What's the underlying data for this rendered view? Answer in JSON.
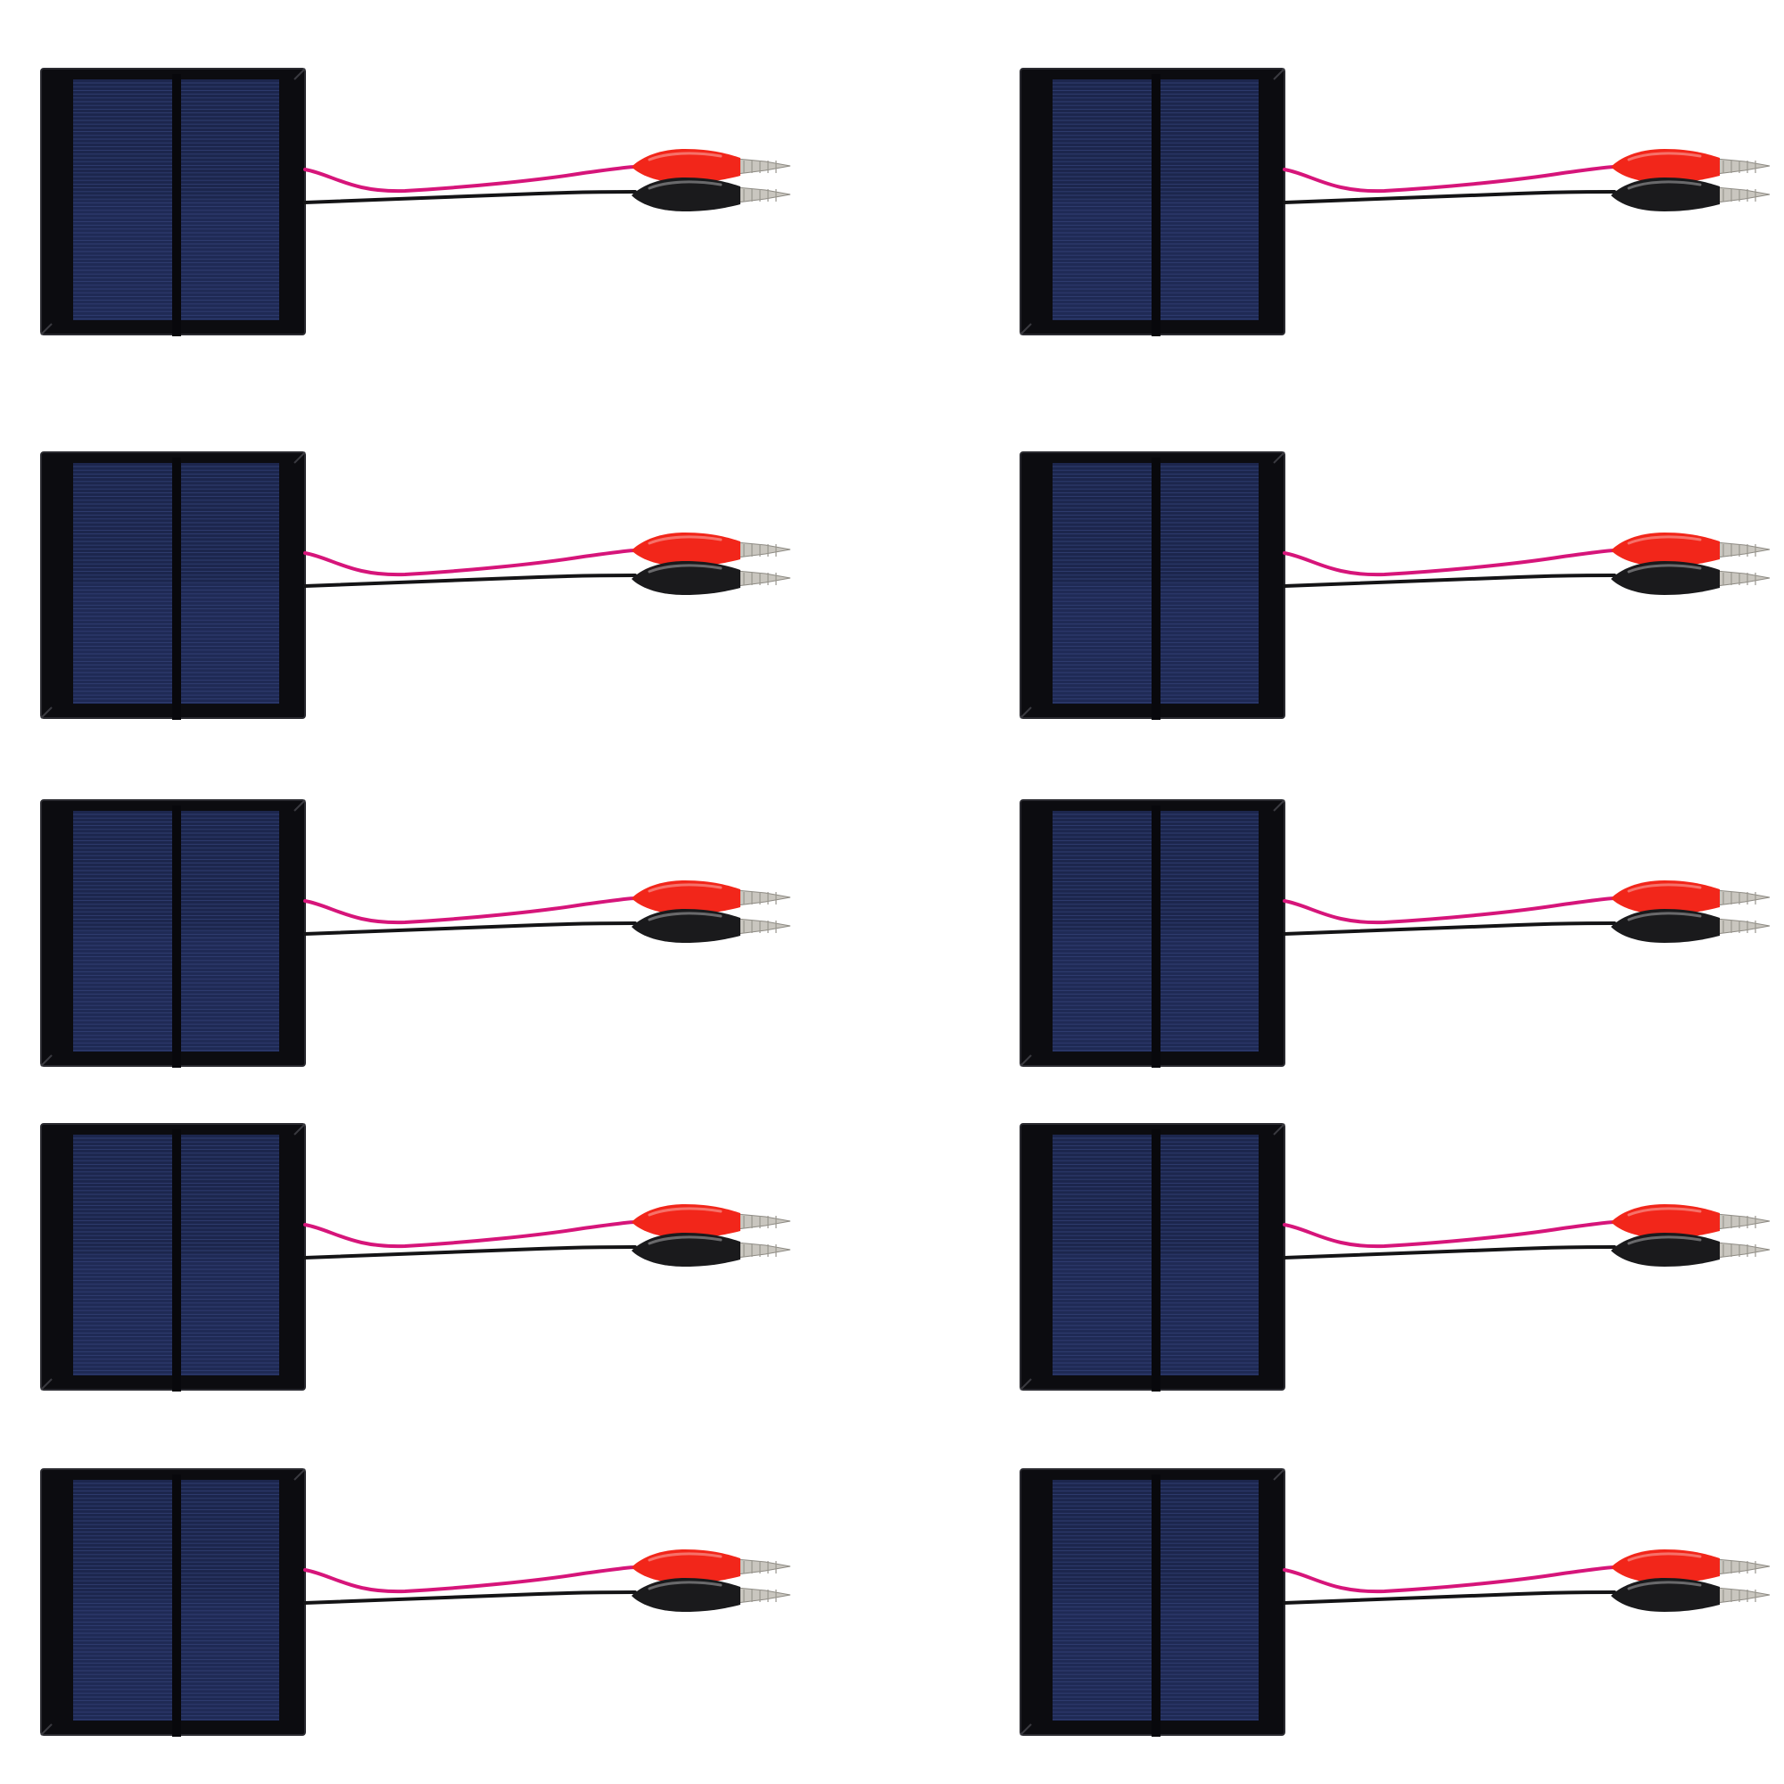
{
  "scene": {
    "description_label": "",
    "background_color": "#ffffff",
    "layout": {
      "columns": 2,
      "rows": 5
    },
    "item_type": "mini solar panel with alligator clip leads",
    "item_count": 10
  },
  "colors": {
    "frame": "#0c0c10",
    "frame_edge": "#2a2a30",
    "cell": "#1f2a55",
    "cell_dark": "#17203f",
    "busbar": "#08080c",
    "cell_line": "#35437a",
    "wire_positive": "#d6157a",
    "wire_negative": "#141416",
    "clip_positive": "#f2261a",
    "clip_negative": "#1a1a1c",
    "clip_metal": "#c9c6bf"
  },
  "icons": {
    "panel": "solar-panel-icon",
    "clip_positive": "alligator-clip-red-icon",
    "clip_negative": "alligator-clip-black-icon"
  },
  "panels": [
    {
      "id": "row1-left"
    },
    {
      "id": "row1-right"
    },
    {
      "id": "row2-left"
    },
    {
      "id": "row2-right"
    },
    {
      "id": "row3-left"
    },
    {
      "id": "row3-right"
    },
    {
      "id": "row4-left"
    },
    {
      "id": "row4-right"
    },
    {
      "id": "row5-left"
    },
    {
      "id": "row5-right"
    }
  ]
}
